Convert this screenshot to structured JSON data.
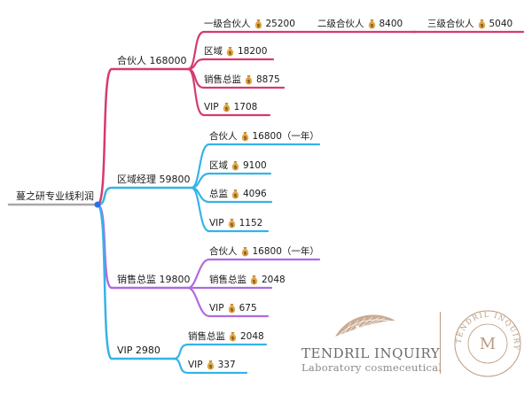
{
  "root": {
    "label": "蔓之研专业线利润"
  },
  "branches": [
    {
      "label": "合伙人 168000",
      "color": "#d63a6e",
      "children": [
        {
          "label": "一级合伙人",
          "value": "25200"
        },
        {
          "label": "区域",
          "value": "18200"
        },
        {
          "label": "销售总监",
          "value": "8875"
        },
        {
          "label": "VIP",
          "value": "1708"
        }
      ],
      "chain": [
        {
          "label": "二级合伙人",
          "value": "8400"
        },
        {
          "label": "三级合伙人",
          "value": "5040"
        }
      ]
    },
    {
      "label": "区域经理 59800",
      "color": "#35b3e8",
      "children": [
        {
          "label": "合伙人",
          "value": "16800（一年）"
        },
        {
          "label": "区域",
          "value": "9100"
        },
        {
          "label": "总监",
          "value": "4096"
        },
        {
          "label": "VIP",
          "value": "1152"
        }
      ]
    },
    {
      "label": "销售总监 19800",
      "color": "#b06ae0",
      "children": [
        {
          "label": "合伙人",
          "value": "16800（一年）"
        },
        {
          "label": "销售总监",
          "value": "2048"
        },
        {
          "label": "VIP",
          "value": "675"
        }
      ]
    },
    {
      "label": "VIP 2980",
      "color": "#35b3e8",
      "children": [
        {
          "label": "销售总监",
          "value": "2048"
        },
        {
          "label": "VIP",
          "value": "337"
        }
      ]
    }
  ],
  "icons": {
    "value_icon": "money-bag-icon"
  },
  "colors": {
    "root_line": "#a8a8a8",
    "root_dot": "#2f6fe0",
    "brand": "#8a8a8a",
    "brand_accent": "#b89a80"
  },
  "brand": {
    "name": "TENDRIL INQUIRY",
    "subtitle": "Laboratory cosmeceutical",
    "seal_text": "TENDRIL INQUIRY",
    "seal_letters": "M"
  }
}
